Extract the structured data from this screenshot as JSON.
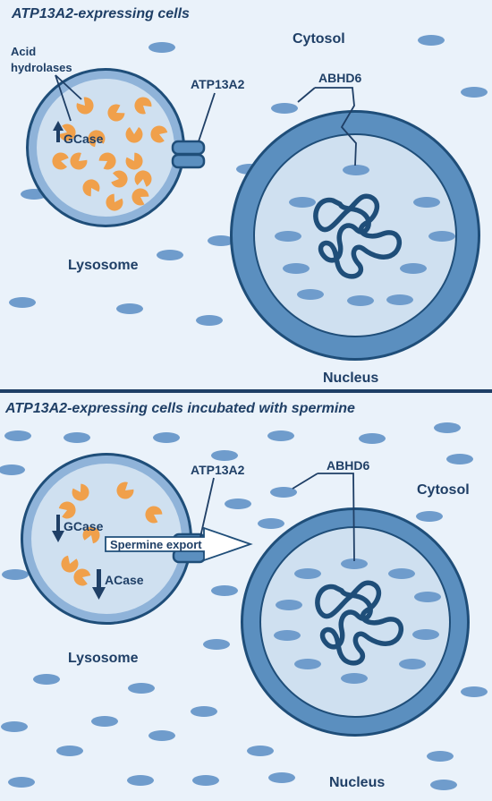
{
  "colors": {
    "background": "#eaf2fa",
    "divider": "#1f3f66",
    "membrane": "#1f4e79",
    "nucleus_envelope": "#5b8fbf",
    "lumen": "#cfe0f0",
    "vesicle": "#6f9ccc",
    "hydrolase": "#f0a04b",
    "text": "#1f3f66",
    "arrow": "#1f3f66"
  },
  "panel_top": {
    "title": "ATP13A2-expressing cells",
    "acid_hydrolases_line1": "Acid",
    "acid_hydrolases_line2": "hydrolases",
    "gcase": "GCase",
    "gcase_change": "up",
    "atp13a2": "ATP13A2",
    "abhd6": "ABHD6",
    "cytosol": "Cytosol",
    "lysosome": "Lysosome",
    "nucleus": "Nucleus"
  },
  "panel_bottom": {
    "title": "ATP13A2-expressing cells incubated with spermine",
    "atp13a2": "ATP13A2",
    "abhd6": "ABHD6",
    "cytosol": "Cytosol",
    "gcase": "GCase",
    "gcase_change": "down",
    "acase": "ACase",
    "acase_change": "down",
    "spermine_export": "Spermine export",
    "lysosome": "Lysosome",
    "nucleus": "Nucleus"
  },
  "icons": {
    "hydrolase": "pacman-hydrolase-icon",
    "vesicle": "vesicle-ellipse-icon",
    "transporter": "atp13a2-transporter-icon",
    "chromatin": "chromatin-loop-icon",
    "up_arrow": "up-arrow-icon",
    "down_arrow": "down-arrow-icon"
  }
}
